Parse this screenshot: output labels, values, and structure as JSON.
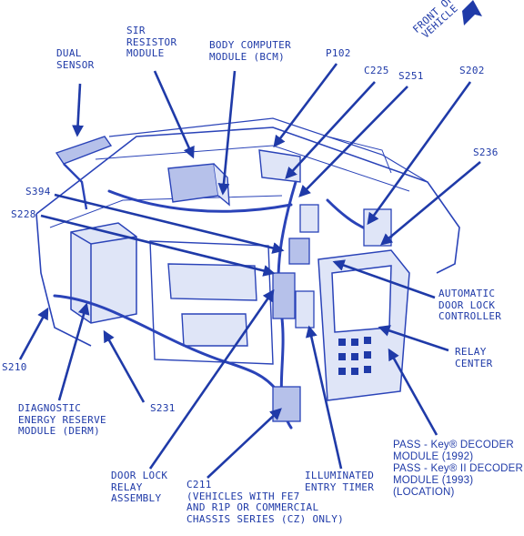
{
  "colors": {
    "ink": "#1f3aa8",
    "line": "#2a43b8",
    "light": "#dfe5f7",
    "mid": "#b6c1ea"
  },
  "labels": {
    "dual_sensor": "DUAL\nSENSOR",
    "sir_resistor": "SIR\nRESISTOR\nMODULE",
    "bcm": "BODY COMPUTER\nMODULE (BCM)",
    "p102": "P102",
    "c225": "C225",
    "s251": "S251",
    "s202": "S202",
    "front": "FRONT OF\nVEHICLE",
    "s236": "S236",
    "s394": "S394",
    "s228": "S228",
    "adlc": "AUTOMATIC\nDOOR LOCK\nCONTROLLER",
    "relay_center": "RELAY\nCENTER",
    "s210": "S210",
    "derm": "DIAGNOSTIC\nENERGY RESERVE\nMODULE (DERM)",
    "s231": "S231",
    "passkey": "PASS - Key® DECODER\nMODULE (1992)\nPASS - Key® II DECODER\nMODULE (1993)\n(LOCATION)",
    "door_lock_relay": "DOOR LOCK\nRELAY\nASSEMBLY",
    "c211": "C211\n(VEHICLES WITH FE7\nAND R1P OR COMMERCIAL\nCHASSIS SERIES (CZ) ONLY)",
    "illuminated": "ILLUMINATED\nENTRY TIMER"
  }
}
